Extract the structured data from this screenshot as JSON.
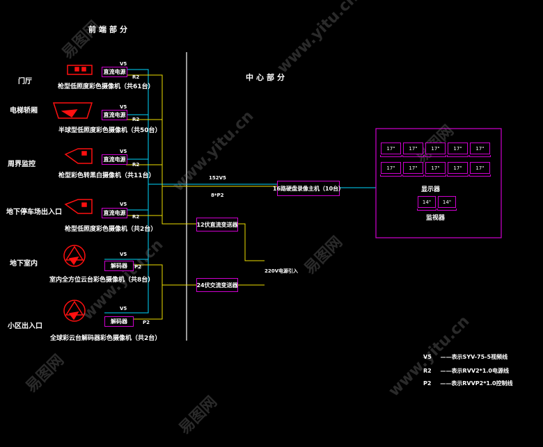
{
  "headers": {
    "front": "前端部分",
    "center": "中心部分"
  },
  "watermarks": [
    "易图网",
    "www.yitu.cn",
    "www.yitu.cn",
    "易图网",
    "易图网",
    "www.yitu.cn",
    "易图网",
    "www.yitu.cn",
    "易图网"
  ],
  "locations": [
    "门厅",
    "电梯轿厢",
    "周界监控",
    "地下停车场出入口",
    "地下室内",
    "小区出入口"
  ],
  "camera_captions": [
    "枪型低照度彩色摄像机（共61台）",
    "半球型低照度彩色摄像机（共50台）",
    "枪型彩色转黑白摄像机（共11台）",
    "枪型低照度彩色摄像机（共2台）",
    "室内全方位云台彩色摄像机（共8台）",
    "全球彩云台解码器彩色摄像机（共2台）"
  ],
  "power_boxes": [
    "直流电源",
    "直流电源",
    "直流电源",
    "直流电源"
  ],
  "decoders": [
    "解码器",
    "解码器"
  ],
  "wire_tags": {
    "v5": "V5",
    "r2": "R2",
    "p2": "P2"
  },
  "center": {
    "host": "16路硬盘录像主机（10台）",
    "dc_power": "12伏直流变送器",
    "ac_power": "24伏交流变送器",
    "bus_video": "152V5",
    "bus_ctrl": "8*P2",
    "mains": "220V电源引入"
  },
  "display": {
    "label": "显示器",
    "row1": [
      "17\"",
      "17\"",
      "17\"",
      "17\"",
      "17\""
    ],
    "row2": [
      "17\"",
      "17\"",
      "17\"",
      "17\"",
      "17\""
    ],
    "monitor_label": "监视器",
    "monitors": [
      "14\"",
      "14\""
    ]
  },
  "legend": [
    {
      "code": "V5",
      "text": "——表示SYV-75-5视频线"
    },
    {
      "code": "R2",
      "text": "——表示RVV2*1.0电源线"
    },
    {
      "code": "P2",
      "text": "——表示RVVP2*1.0控制线"
    }
  ],
  "colors": {
    "video": "#00d8ff",
    "power": "#f0e000",
    "box": "#d000d0",
    "camera": "#ff1010"
  }
}
